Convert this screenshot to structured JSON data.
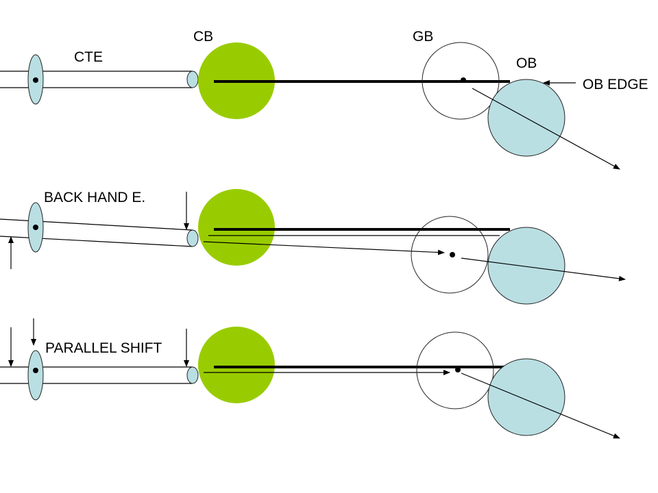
{
  "colors": {
    "cue_ball": "#99cc00",
    "object_ball": "#b9dfe3",
    "cue_tip": "#b9dfe3",
    "bridge_hand": "#b9dfe3",
    "ghost_ball": "#ffffff",
    "line": "#000000"
  },
  "panels": [
    {
      "name": "cte",
      "labels": {
        "cue": "CTE",
        "cue_ball": "CB",
        "ghost_ball": "GB",
        "object_ball": "OB",
        "ob_edge": "OB EDGE"
      }
    },
    {
      "name": "back-hand-english",
      "labels": {
        "cue": "BACK HAND E."
      }
    },
    {
      "name": "parallel-shift",
      "labels": {
        "cue": "PARALLEL SHIFT"
      }
    }
  ]
}
